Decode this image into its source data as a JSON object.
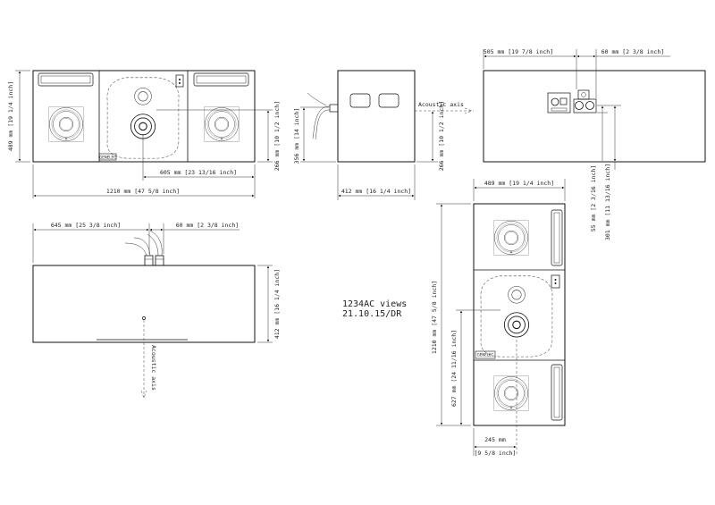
{
  "drawing": {
    "title": "1234AC views",
    "date_author": "21.10.15/DR",
    "brand": "GENELEC",
    "acoustic_axis": "Acoustic axis"
  },
  "front_view": {
    "width_dim": "1210 mm [47 5/8 inch]",
    "height_dim": "489 mm [19 1/4 inch]",
    "driver_spacing_dim": "605 mm [23 13/16 inch]",
    "axis_height_dim": "266 mm [10 1/2 inch]"
  },
  "side_view": {
    "depth_dim": "412 mm [16 1/4 inch]",
    "connector_height_dim": "356 mm [14 inch]",
    "axis_height_dim": "266 mm [10 1/2 inch]"
  },
  "rear_view": {
    "connector_offset_dim": "505 mm [19 7/8 inch]",
    "panel_width_dim": "60 mm [2 3/8 inch]",
    "panel_height_dim": "55 mm [2 3/16 inch]",
    "connector_height_dim": "301 mm [11 13/16 inch]"
  },
  "top_view": {
    "connector_offset_dim": "645 mm [25 3/8 inch]",
    "panel_width_dim": "60 mm [2 3/8 inch]",
    "depth_dim": "412 mm [16 1/4 inch]"
  },
  "vertical_view": {
    "width_dim": "489 mm [19 1/4 inch]",
    "height_dim": "1210 mm [47 5/8 inch]",
    "axis_height_dim": "627 mm [24 11/16 inch]",
    "bottom_offset_dim": "245 mm",
    "bottom_offset_inch": "[9 5/8 inch]"
  }
}
